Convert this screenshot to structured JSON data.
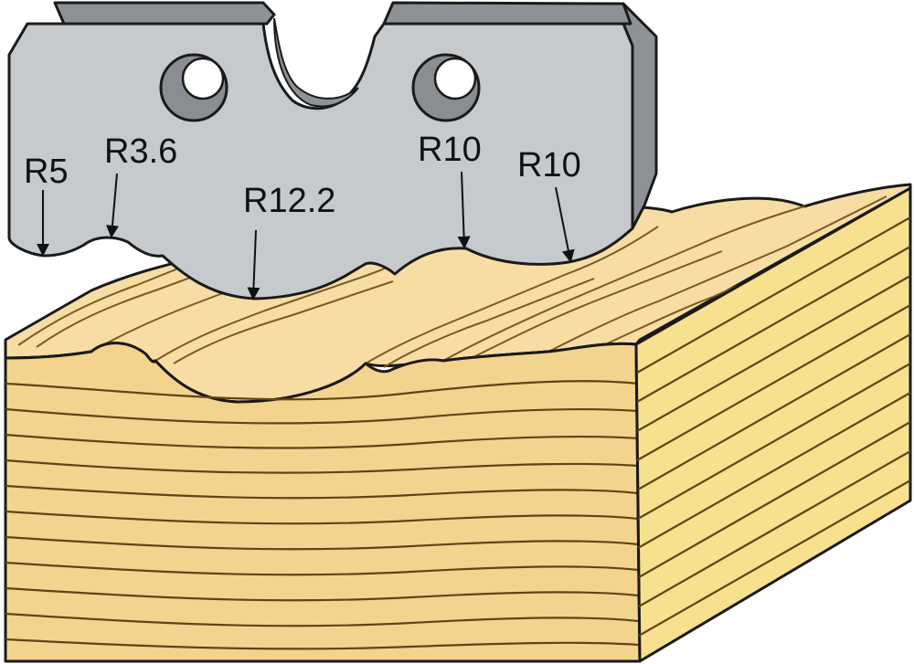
{
  "diagram": {
    "labels": [
      {
        "id": "r5",
        "text": "R5"
      },
      {
        "id": "r3_6",
        "text": "R3.6"
      },
      {
        "id": "r12_2",
        "text": "R12.2"
      },
      {
        "id": "r10_a",
        "text": "R10"
      },
      {
        "id": "r10_b",
        "text": "R10"
      }
    ]
  },
  "colors": {
    "steel_face": "#c6cacd",
    "steel_edge": "#8e9296",
    "steel_hole": "#8a8e92",
    "wood_top": "#f7dda4",
    "wood_front": "#f3d48f",
    "wood_side": "#f7e08e",
    "outline": "#1a1a1a"
  }
}
